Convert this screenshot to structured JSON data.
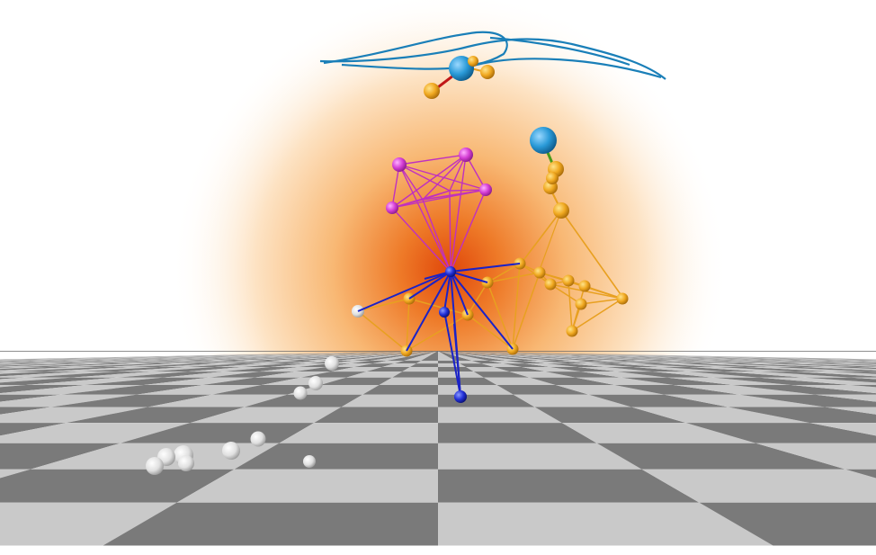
{
  "scene": {
    "background": "#ffffff",
    "glow_center": "#e8540a",
    "glow_mid": "#f6a150",
    "floor_light": "#c9c9c9",
    "floor_dark": "#7a7a7a",
    "colors": {
      "wing": "#1a7fb8",
      "orange": "#e8a020",
      "magenta": "#c030c0",
      "blue": "#1a22c8",
      "cyan": "#2a9ad8",
      "grey_sphere": "#e6e6e6",
      "red_link": "#c01818",
      "green_link": "#4a9a1a"
    },
    "objects": [
      "glow-halo",
      "checkered-floor",
      "wing-curves",
      "magenta-cluster",
      "orange-arm-chain",
      "orange-cluster",
      "blue-star-hub",
      "grey-sphere-trail"
    ]
  }
}
